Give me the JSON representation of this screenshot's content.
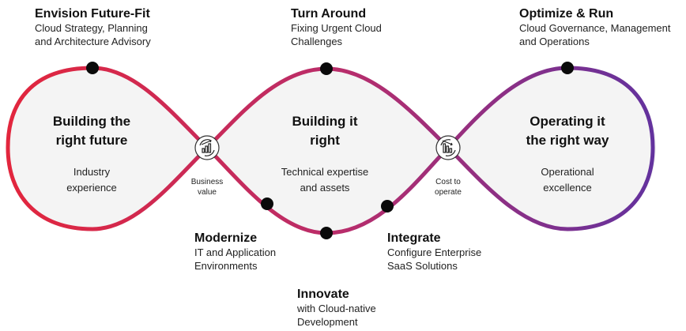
{
  "colors": {
    "gradient_start": "#e3263c",
    "gradient_mid": "#b82d6b",
    "gradient_end": "#5a32a3",
    "dot": "#0a0a0a",
    "lobe_fill": "#f4f4f4"
  },
  "callouts": {
    "envision": {
      "title": "Envision Future-Fit",
      "line1": "Cloud Strategy, Planning",
      "line2": "and Architecture Advisory"
    },
    "turn_around": {
      "title": "Turn Around",
      "line1": "Fixing Urgent Cloud",
      "line2": "Challenges"
    },
    "optimize": {
      "title": "Optimize & Run",
      "line1": "Cloud Governance, Management",
      "line2": "and Operations"
    },
    "modernize": {
      "title": "Modernize",
      "line1": "IT and Application",
      "line2": "Environments"
    },
    "integrate": {
      "title": "Integrate",
      "line1": "Configure Enterprise",
      "line2": "SaaS Solutions"
    },
    "innovate": {
      "title": "Innovate",
      "line1": "with Cloud-native",
      "line2": "Development"
    }
  },
  "lobes": {
    "left": {
      "heading1": "Building the",
      "heading2": "right future",
      "body1": "Industry",
      "body2": "experience"
    },
    "middle": {
      "heading1": "Building it",
      "heading2": "right",
      "body1": "Technical expertise",
      "body2": "and assets"
    },
    "right": {
      "heading1": "Operating it",
      "heading2": "the right way",
      "body1": "Operational",
      "body2": "excellence"
    }
  },
  "crossings": {
    "business_value": {
      "icon": "chart-up-icon",
      "line1": "Business",
      "line2": "value"
    },
    "cost_to_operate": {
      "icon": "chart-down-icon",
      "line1": "Cost to",
      "line2": "operate"
    }
  }
}
